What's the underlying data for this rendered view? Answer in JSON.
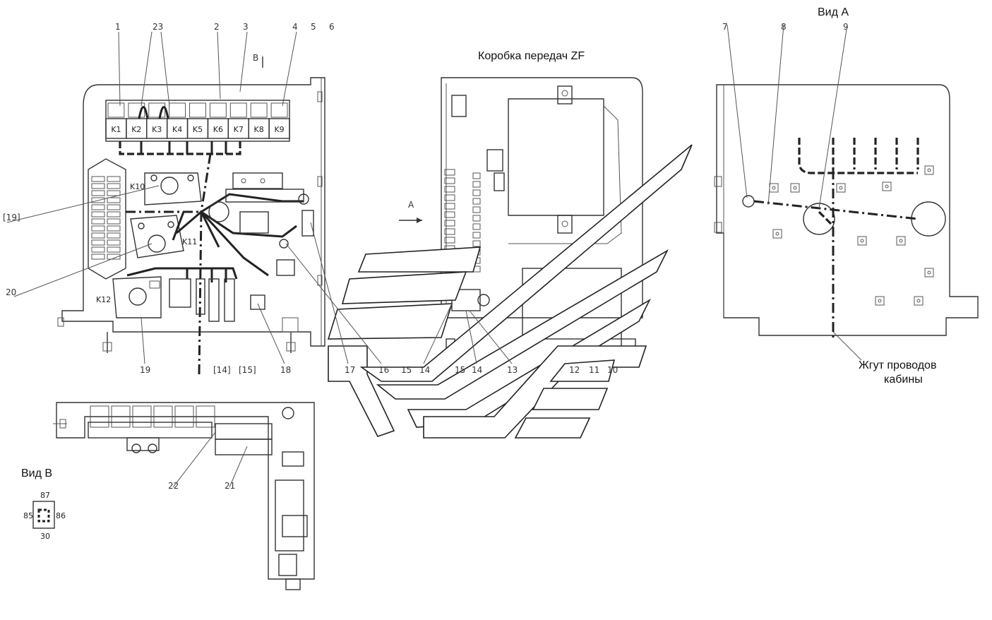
{
  "labels": {
    "view_a": "Вид А",
    "view_b": "Вид B",
    "gearbox": "Коробка передач ZF",
    "harness_line1": "Жгут проводов",
    "harness_line2": "кабины",
    "arrow_a": "A",
    "arrow_b": "B"
  },
  "relays": [
    "K1",
    "K2",
    "K3",
    "K4",
    "K5",
    "K6",
    "K7",
    "K8",
    "K9"
  ],
  "big_relays": {
    "k10": "K10",
    "k11": "K11",
    "k12": "K12"
  },
  "connector_pins": {
    "top": "87",
    "left": "85",
    "right": "86",
    "bottom": "30"
  },
  "callouts": {
    "c1": "1",
    "c23": "23",
    "c2": "2",
    "c3": "3",
    "c4": "4",
    "c5": "5",
    "c6": "6",
    "c19b": "[19]",
    "c20": "20",
    "c19": "19",
    "c14b": "[14]",
    "c15b": "[15]",
    "c18": "18",
    "c17": "17",
    "c16": "16",
    "c15": "15",
    "c14": "14",
    "c15m": "15",
    "c14m": "14",
    "c13": "13",
    "c12": "12",
    "c11": "11",
    "c10": "10",
    "c7": "7",
    "c8": "8",
    "c9": "9",
    "c22": "22",
    "c21": "21"
  }
}
